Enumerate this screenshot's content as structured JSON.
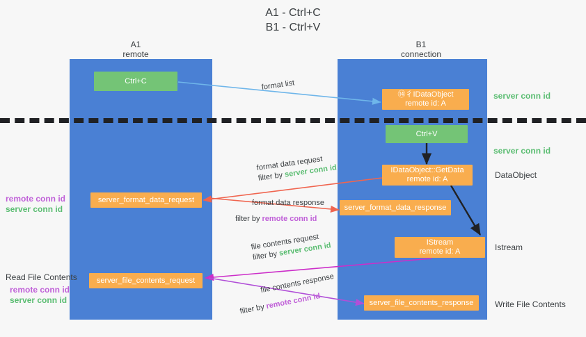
{
  "title": {
    "line1": "A1 - Ctrl+C",
    "line2": "B1 - Ctrl+V"
  },
  "columns": [
    {
      "name": "A1",
      "sub": "remote"
    },
    {
      "name": "B1",
      "sub": "connection"
    }
  ],
  "boxes": {
    "ctrl_c": {
      "line1": "Ctrl+C",
      "line2": ""
    },
    "idataobject": {
      "line1": "⑭⼻IDataObject",
      "line2": "remote id: A"
    },
    "ctrl_v": {
      "line1": "Ctrl+V",
      "line2": ""
    },
    "getdata": {
      "line1": "IDataObject::GetData",
      "line2": "remote id: A"
    },
    "format_data_request": {
      "line1": "server_format_data_request",
      "line2": ""
    },
    "format_data_response": {
      "line1": "server_format_data_response",
      "line2": ""
    },
    "istream": {
      "line1": "IStream",
      "line2": "remote id: A"
    },
    "file_contents_request": {
      "line1": "server_file_contents_request",
      "line2": ""
    },
    "file_contents_response": {
      "line1": "server_file_contents_response",
      "line2": ""
    }
  },
  "arrow_labels": {
    "format_list": "format list",
    "format_data_request": {
      "line1": "format data request",
      "prefix": "filter by ",
      "key": "server conn id"
    },
    "format_data_response": {
      "line1": "format data response",
      "prefix": "filter by ",
      "key": "remote conn id"
    },
    "file_contents_request": {
      "line1": "file contents request",
      "prefix": "filter by ",
      "key": "server conn id"
    },
    "file_contents_response": {
      "line1": "file contents response",
      "prefix": "filter by ",
      "key": "remote conn id"
    }
  },
  "left_annotations": {
    "conn_ids_top": {
      "remote": "remote conn id",
      "server": "server conn id"
    },
    "read_file_contents": "Read File Contents",
    "conn_ids_bottom": {
      "remote": "remote conn id",
      "server": "server conn id"
    }
  },
  "right_annotations": {
    "server_conn_id_1": "server conn id",
    "server_conn_id_2": "server conn id",
    "dataobject": "DataObject",
    "istream": "Istream",
    "write_file_contents": "Write File Contents"
  },
  "colors": {
    "lifeline": "#4a80d4",
    "green_box": "#74c476",
    "orange_box": "#f9ad4e",
    "green_text": "#5bbd72",
    "magenta_text": "#c061d8",
    "blue_arrow": "#6fb6ea",
    "red_arrow": "#f0654f",
    "black_arrow": "#202124",
    "magenta_arrow": "#cc2ec9",
    "purple_arrow": "#b14fd8",
    "background": "#f7f7f7"
  }
}
